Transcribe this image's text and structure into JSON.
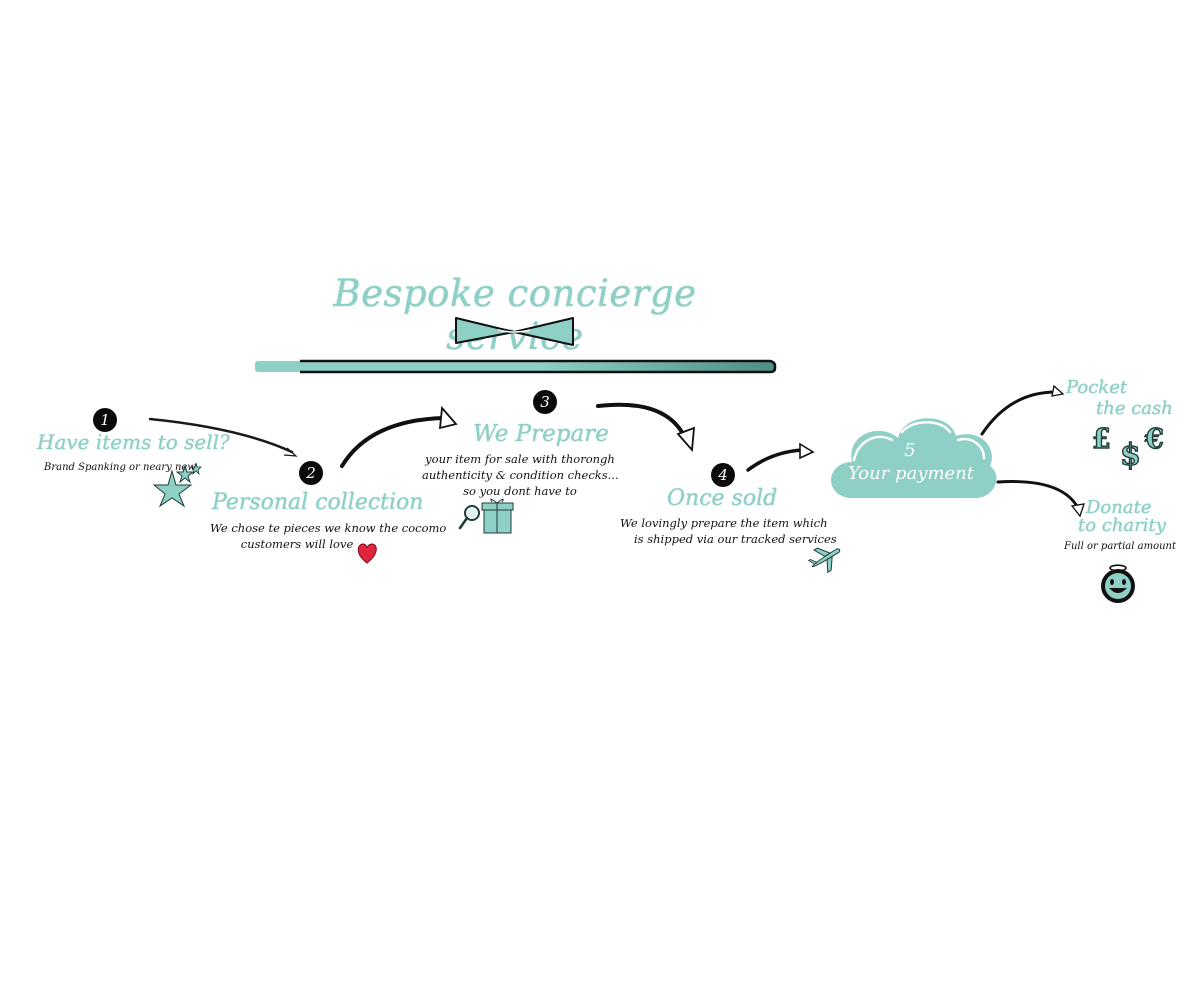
{
  "title": "Bespoke concierge service",
  "colors": {
    "teal": "#8ecfc6",
    "ink": "#111111",
    "heart": "#e0263f"
  },
  "steps": [
    {
      "number": "1",
      "title": "Have items to sell?",
      "desc_lines": [
        "Brand Spanking or neary new"
      ],
      "icon": "stars-icon"
    },
    {
      "number": "2",
      "title": "Personal collection",
      "desc_lines": [
        "We chose te pieces we know the cocomo",
        "customers will love"
      ],
      "icon": "heart-icon"
    },
    {
      "number": "3",
      "title": "We Prepare",
      "desc_lines": [
        "your item for sale with thorongh",
        "authenticity & condition checks...",
        "so you dont have to"
      ],
      "icon": "magnifier-gift-icon"
    },
    {
      "number": "4",
      "title": "Once sold",
      "desc_lines": [
        "We lovingly prepare the item which",
        "is shipped via our tracked services"
      ],
      "icon": "airplane-icon"
    },
    {
      "number": "5",
      "title": "Your payment",
      "icon": "cloud-icon"
    }
  ],
  "outcomes": {
    "pocket": {
      "title_lines": [
        "Pocket",
        "the cash"
      ],
      "currencies": [
        "£",
        "$",
        "€"
      ]
    },
    "donate": {
      "title_lines": [
        "Donate",
        "to charity"
      ],
      "desc": "Full or partial amount",
      "icon": "angel-smiley-icon"
    }
  }
}
